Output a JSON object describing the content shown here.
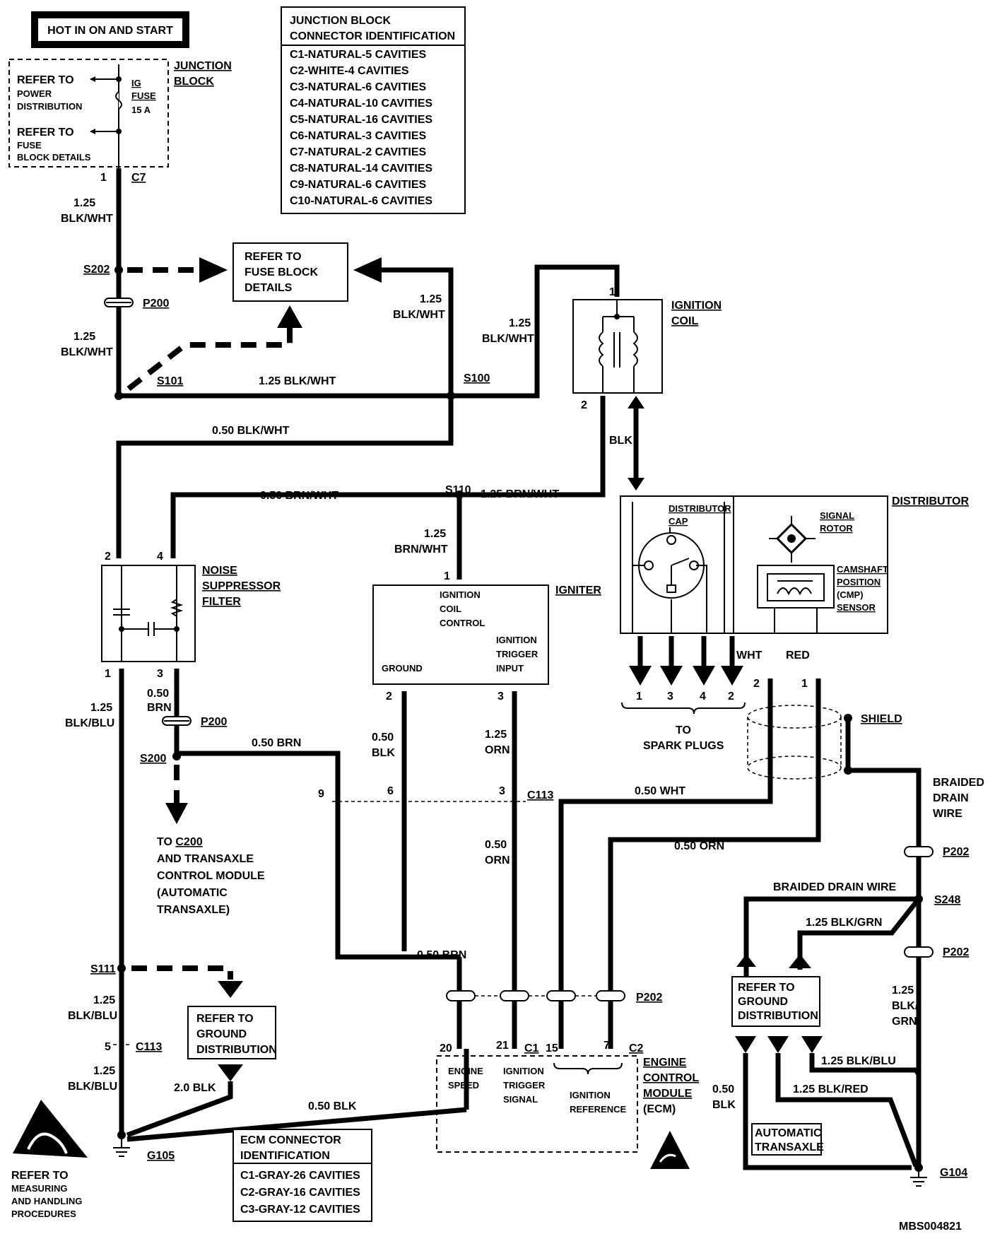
{
  "hot_box": "HOT IN ON AND START",
  "junction_block": {
    "label_1": "JUNCTION",
    "label_2": "BLOCK",
    "refer_power_1": "REFER TO",
    "refer_power_2": "POWER",
    "refer_power_3": "DISTRIBUTION",
    "refer_fuse_1": "REFER TO",
    "refer_fuse_2": "FUSE",
    "refer_fuse_3": "BLOCK DETAILS",
    "fuse_1": "IG",
    "fuse_2": "FUSE",
    "fuse_3": "15 A",
    "pin": "1",
    "conn": "C7"
  },
  "jb_table": {
    "title_1": "JUNCTION BLOCK",
    "title_2": "CONNECTOR IDENTIFICATION",
    "rows": [
      "C1-NATURAL-5 CAVITIES",
      "C2-WHITE-4 CAVITIES",
      "C3-NATURAL-6 CAVITIES",
      "C4-NATURAL-10 CAVITIES",
      "C5-NATURAL-16 CAVITIES",
      "C6-NATURAL-3 CAVITIES",
      "C7-NATURAL-2 CAVITIES",
      "C8-NATURAL-14 CAVITIES",
      "C9-NATURAL-6 CAVITIES",
      "C10-NATURAL-6 CAVITIES"
    ]
  },
  "ecm_table": {
    "title_1": "ECM CONNECTOR",
    "title_2": "IDENTIFICATION",
    "rows": [
      "C1-GRAY-26 CAVITIES",
      "C2-GRAY-16 CAVITIES",
      "C3-GRAY-12 CAVITIES"
    ]
  },
  "refer_fuse_details": {
    "l1": "REFER TO",
    "l2": "FUSE BLOCK",
    "l3": "DETAILS"
  },
  "refer_ground_left": {
    "l1": "REFER TO",
    "l2": "GROUND",
    "l3": "DISTRIBUTION"
  },
  "refer_ground_right": {
    "l1": "REFER TO",
    "l2": "GROUND",
    "l3": "DISTRIBUTION"
  },
  "refer_measuring": {
    "l1": "REFER TO",
    "l2": "MEASURING",
    "l3": "AND HANDLING",
    "l4": "PROCEDURES"
  },
  "splices": {
    "s202": "S202",
    "s101": "S101",
    "s100": "S100",
    "s110": "S110",
    "s200": "S200",
    "s111": "S111",
    "s248": "S248"
  },
  "connectors": {
    "p200_a": "P200",
    "p200_b": "P200",
    "c113_a": "C113",
    "c113_b": "C113",
    "p202_a": "P202",
    "p202_b": "P202",
    "p202_c": "P202",
    "g105": "G105",
    "g104": "G104",
    "c1": "C1",
    "c2": "C2"
  },
  "wires": {
    "w_125_a": "1.25",
    "w_blkwht_a": "BLK/WHT",
    "w_125_b": "1.25",
    "w_blkwht_b": "BLK/WHT",
    "w_125_c": "1.25",
    "w_blkwht_c": "BLK/WHT",
    "w_125_d": "1.25",
    "w_blkwht_d": "BLK/WHT",
    "w_125_blkwht_h": "1.25 BLK/WHT",
    "w_050_blkwht": "0.50 BLK/WHT",
    "w_050_brnwht": "0.50 BRN/WHT",
    "w_125_brnwht_h": "1.25 BRN/WHT",
    "w_125_e": "1.25",
    "w_brnwht": "BRN/WHT",
    "w_blk_coil": "BLK",
    "w_125_f": "1.25",
    "w_blkblu_a": "BLK/BLU",
    "w_050_a": "0.50",
    "w_brn_a": "BRN",
    "w_050_brn_h": "0.50 BRN",
    "w_050_b": "0.50",
    "w_blk_b": "BLK",
    "w_125_g": "1.25",
    "w_orn_a": "ORN",
    "w_050_c": "0.50",
    "w_orn_b": "ORN",
    "w_050_wht": "0.50 WHT",
    "w_050_orn": "0.50 ORN",
    "w_050_brn_low": "0.50 BRN",
    "w_125_h": "1.25",
    "w_blkblu_b": "BLK/BLU",
    "w_125_i": "1.25",
    "w_blkblu_c": "BLK/BLU",
    "w_20_blk": "2.0 BLK",
    "w_050_blk_low": "0.50 BLK",
    "w_wht": "WHT",
    "w_red": "RED",
    "braided_1": "BRAIDED",
    "braided_2": "DRAIN",
    "braided_3": "WIRE",
    "braided_drain": "BRAIDED DRAIN WIRE",
    "w_125_blkgrn_h": "1.25 BLK/GRN",
    "w_125_j": "1.25",
    "w_blk_slash": "BLK/",
    "w_grn": "GRN",
    "w_125_blkblu_r": "1.25 BLK/BLU",
    "w_125_blkred": "1.25 BLK/RED",
    "w_050_d": "0.50",
    "w_blk_d": "BLK",
    "shield": "SHIELD"
  },
  "ignition_coil": {
    "l1": "IGNITION",
    "l2": "COIL",
    "pin1": "1",
    "pin2": "2"
  },
  "distributor": {
    "label": "DISTRIBUTOR",
    "cap_1": "DISTRIBUTOR",
    "cap_2": "CAP",
    "rotor_1": "SIGNAL",
    "rotor_2": "ROTOR",
    "cmp_1": "CAMSHAFT",
    "cmp_2": "POSITION",
    "cmp_3": "(CMP)",
    "cmp_4": "SENSOR",
    "plug_1": "1",
    "plug_3": "3",
    "plug_4": "4",
    "plug_2": "2",
    "to_1": "TO",
    "to_2": "SPARK PLUGS",
    "pin_2": "2",
    "pin_1": "1"
  },
  "noise_filter": {
    "l1": "NOISE",
    "l2": "SUPPRESSOR",
    "l3": "FILTER",
    "p2": "2",
    "p4": "4",
    "p1": "1",
    "p3": "3"
  },
  "igniter": {
    "label": "IGNITER",
    "coil_1": "IGNITION",
    "coil_2": "COIL",
    "coil_3": "CONTROL",
    "ground": "GROUND",
    "trig_1": "IGNITION",
    "trig_2": "TRIGGER",
    "trig_3": "INPUT",
    "p1": "1",
    "p2": "2",
    "p3": "3"
  },
  "c113_pins": {
    "p9": "9",
    "p6": "6",
    "p3": "3"
  },
  "to_c200": {
    "l1": "TO C200",
    "l2": "AND TRANSAXLE",
    "l3": "CONTROL MODULE",
    "l4": "(AUTOMATIC",
    "l5": "TRANSAXLE)"
  },
  "ecm": {
    "l1": "ENGINE",
    "l2": "CONTROL",
    "l3": "MODULE",
    "l4": "(ECM)",
    "engine_speed_1": "ENGINE",
    "engine_speed_2": "SPEED",
    "trig_1": "IGNITION",
    "trig_2": "TRIGGER",
    "trig_3": "SIGNAL",
    "ref_1": "IGNITION",
    "ref_2": "REFERENCE",
    "p20": "20",
    "p21": "21",
    "p15": "15",
    "p7": "7"
  },
  "s111_pin": "5",
  "auto_trans_1": "AUTOMATIC",
  "auto_trans_2": "TRANSAXLE",
  "doc_id": "MBS004821"
}
